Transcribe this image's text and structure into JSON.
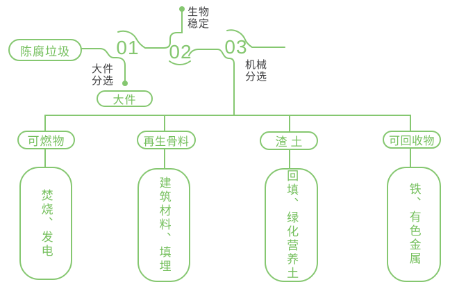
{
  "colors": {
    "line_green": "#85C770",
    "text_green": "#74BF5C",
    "label_dark": "#3D3D3F",
    "background": "#FFFFFF"
  },
  "flow": {
    "root": {
      "label": "陈腐垃圾"
    },
    "steps": [
      {
        "number": "01",
        "label": "大件分选",
        "label_line1": "大件",
        "label_line2": "分选"
      },
      {
        "number": "02",
        "label": "生物稳定",
        "label_line1": "生物",
        "label_line2": "稳定"
      },
      {
        "number": "03",
        "label": "机械分选",
        "label_line1": "机械",
        "label_line2": "分选"
      }
    ],
    "bulky_output": {
      "label": "大件"
    }
  },
  "branches": [
    {
      "category": "可燃物",
      "outputs": "焚烧、发电"
    },
    {
      "category": "再生骨料",
      "outputs": "建筑材料、填埋"
    },
    {
      "category": "渣土",
      "outputs": "回填、绿化营养土"
    },
    {
      "category": "可回收物",
      "outputs": "铁、有色金属"
    }
  ]
}
